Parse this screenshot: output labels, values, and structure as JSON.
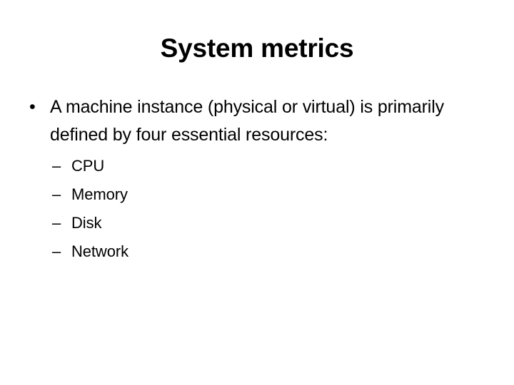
{
  "slide": {
    "title": "System metrics",
    "background_color": "#FFFFFF",
    "text_color": "#000000",
    "bullets": [
      {
        "marker": "•",
        "text": "A machine instance (physical or virtual) is primarily defined by four essential resources:",
        "sub_bullets": [
          {
            "marker": "–",
            "text": "CPU"
          },
          {
            "marker": "–",
            "text": "Memory"
          },
          {
            "marker": "–",
            "text": "Disk"
          },
          {
            "marker": "–",
            "text": "Network"
          }
        ]
      }
    ]
  }
}
